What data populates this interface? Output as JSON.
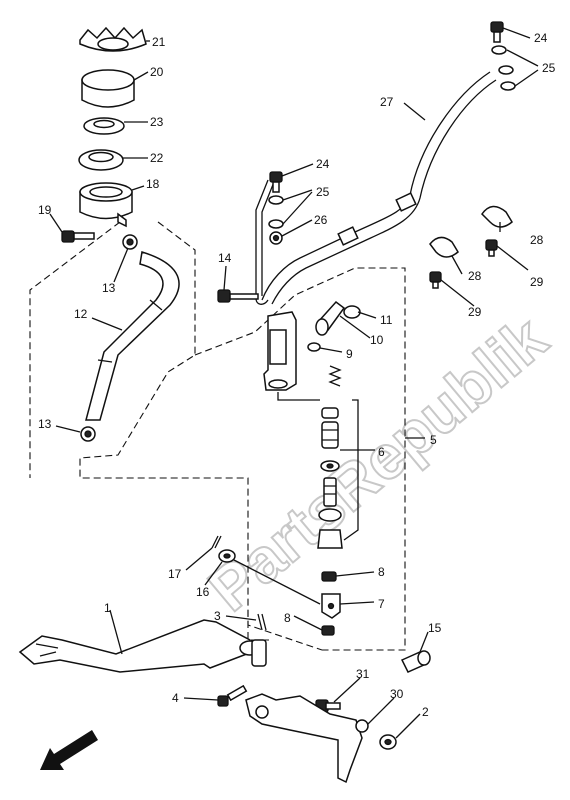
{
  "watermark": "PartsRepublik",
  "callouts": [
    {
      "id": "c21",
      "text": "21"
    },
    {
      "id": "c20",
      "text": "20"
    },
    {
      "id": "c23",
      "text": "23"
    },
    {
      "id": "c22",
      "text": "22"
    },
    {
      "id": "c18",
      "text": "18"
    },
    {
      "id": "c19",
      "text": "19"
    },
    {
      "id": "c13a",
      "text": "13"
    },
    {
      "id": "c12",
      "text": "12"
    },
    {
      "id": "c13b",
      "text": "13"
    },
    {
      "id": "c24a",
      "text": "24"
    },
    {
      "id": "c25a",
      "text": "25"
    },
    {
      "id": "c27",
      "text": "27"
    },
    {
      "id": "c24b",
      "text": "24"
    },
    {
      "id": "c25b",
      "text": "25"
    },
    {
      "id": "c26",
      "text": "26"
    },
    {
      "id": "c28a",
      "text": "28"
    },
    {
      "id": "c28b",
      "text": "28"
    },
    {
      "id": "c29a",
      "text": "29"
    },
    {
      "id": "c29b",
      "text": "29"
    },
    {
      "id": "c14",
      "text": "14"
    },
    {
      "id": "c11",
      "text": "11"
    },
    {
      "id": "c10",
      "text": "10"
    },
    {
      "id": "c9",
      "text": "9"
    },
    {
      "id": "c6",
      "text": "6"
    },
    {
      "id": "c5",
      "text": "5"
    },
    {
      "id": "c17",
      "text": "17"
    },
    {
      "id": "c16",
      "text": "16"
    },
    {
      "id": "c8a",
      "text": "8"
    },
    {
      "id": "c7",
      "text": "7"
    },
    {
      "id": "c3",
      "text": "3"
    },
    {
      "id": "c8b",
      "text": "8"
    },
    {
      "id": "c15",
      "text": "15"
    },
    {
      "id": "c1",
      "text": "1"
    },
    {
      "id": "c4",
      "text": "4"
    },
    {
      "id": "c31",
      "text": "31"
    },
    {
      "id": "c30",
      "text": "30"
    },
    {
      "id": "c2",
      "text": "2"
    }
  ]
}
